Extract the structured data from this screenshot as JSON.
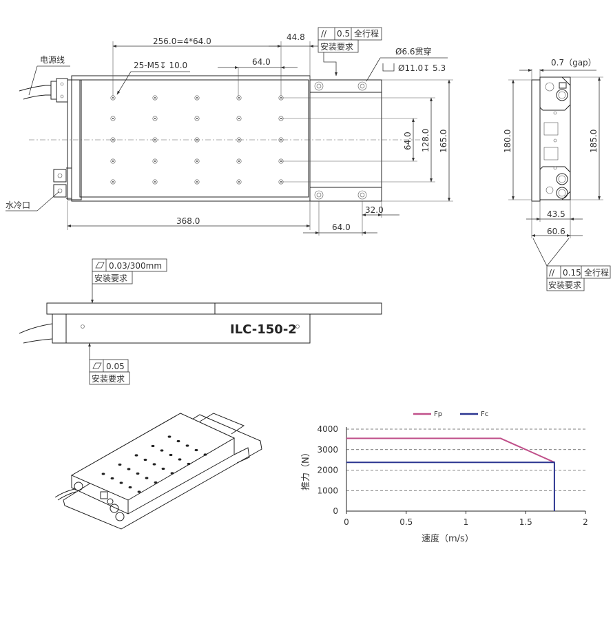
{
  "top_view": {
    "dim_total_pitch": "256.0=4*64.0",
    "dim_end_offset": "44.8",
    "dim_pitch": "64.0",
    "thread_note": "25-M5↧ 10.0",
    "label_power": "电源线",
    "label_water": "水冷口",
    "dim_length": "368.0",
    "dim_rail_bottom_32": "32.0",
    "dim_rail_bottom_64": "64.0",
    "dim_v_64": "64.0",
    "dim_v_128": "128.0",
    "dim_v_165": "165.0",
    "hole_through": "Ø6.6贯穿",
    "counterbore": "Ø11.0↧ 5.3",
    "tol_parallel_symbol": "//",
    "tol_parallel_value": "0.5",
    "tol_parallel_scope": "全行程",
    "tol_install": "安装要求"
  },
  "side_view": {
    "gap": "0.7（gap）",
    "dim_180": "180.0",
    "dim_185": "185.0",
    "dim_43_5": "43.5",
    "dim_60_6": "60.6",
    "tol_parallel_symbol": "//",
    "tol_parallel_value": "0.15",
    "tol_parallel_scope": "全行程",
    "tol_install": "安装要求"
  },
  "front_view": {
    "model": "ILC-150-2",
    "tol_flat_top_value": "0.03/300mm",
    "tol_flat_top_install": "安装要求",
    "tol_flat_bottom_value": "0.05",
    "tol_flat_bottom_install": "安装要求"
  },
  "chart_data": {
    "type": "line",
    "xlabel": "速度（m/s）",
    "ylabel": "推力（N）",
    "xlim": [
      0,
      2
    ],
    "ylim": [
      0,
      4000
    ],
    "x_ticks": [
      "0",
      "0.5",
      "1",
      "1.5",
      "2"
    ],
    "y_ticks": [
      "0",
      "1000",
      "2000",
      "3000",
      "4000"
    ],
    "grid": "horizontal dashed",
    "legend_position": "top-center",
    "series": [
      {
        "name": "Fp",
        "color": "#c0508a",
        "points": [
          [
            0,
            3550
          ],
          [
            1.29,
            3550
          ],
          [
            1.74,
            2380
          ]
        ]
      },
      {
        "name": "Fc",
        "color": "#2b3590",
        "points": [
          [
            0,
            2380
          ],
          [
            1.74,
            2380
          ],
          [
            1.74,
            0
          ]
        ]
      }
    ]
  }
}
